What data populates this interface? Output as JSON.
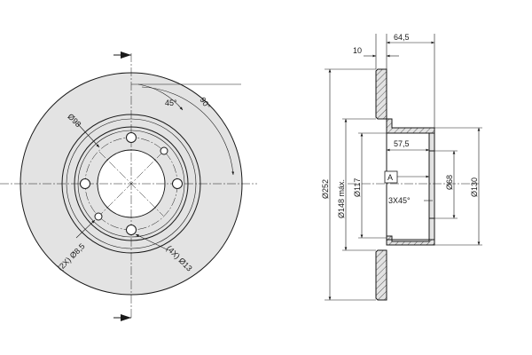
{
  "front_view": {
    "angle_45": "45°",
    "angle_90": "90°",
    "dia_98": "Ø98",
    "holes_2x": "(2X) Ø8,5",
    "holes_4x": "(4X) Ø13"
  },
  "side_view": {
    "dim_10": "10",
    "dim_64_5": "64,5",
    "dim_57_5": "57,5",
    "dia_252": "Ø252",
    "dia_148": "Ø148 máx.",
    "dia_117": "Ø117",
    "dia_68": "Ø68",
    "dia_130": "Ø130",
    "datum_a": "A",
    "chamfer": "3X45°"
  },
  "colors": {
    "disc_fill": "#e3e3e3",
    "line": "#1a1a1a",
    "background": "#ffffff"
  }
}
